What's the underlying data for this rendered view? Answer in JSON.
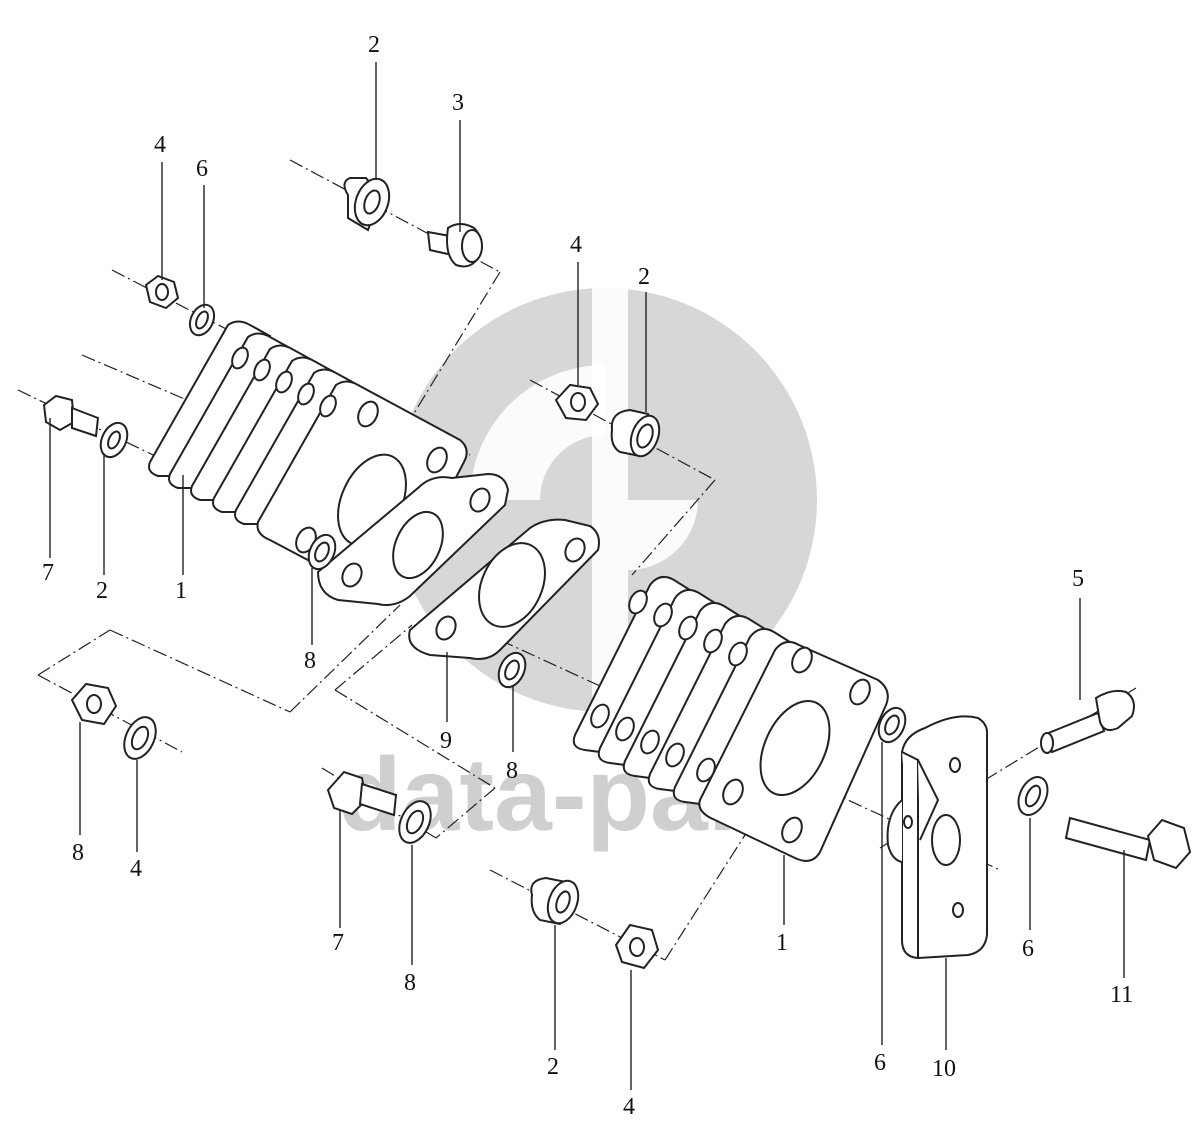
{
  "watermark": {
    "text": "data-parts",
    "color": "#d0d0d0"
  },
  "callouts": [
    {
      "id": "c-2a",
      "label": "2"
    },
    {
      "id": "c-3",
      "label": "3"
    },
    {
      "id": "c-4a",
      "label": "4"
    },
    {
      "id": "c-6a",
      "label": "6"
    },
    {
      "id": "c-4b",
      "label": "4"
    },
    {
      "id": "c-2b",
      "label": "2"
    },
    {
      "id": "c-7a",
      "label": "7"
    },
    {
      "id": "c-2c",
      "label": "2"
    },
    {
      "id": "c-1a",
      "label": "1"
    },
    {
      "id": "c-8a",
      "label": "8"
    },
    {
      "id": "c-9",
      "label": "9"
    },
    {
      "id": "c-8b",
      "label": "8"
    },
    {
      "id": "c-5",
      "label": "5"
    },
    {
      "id": "c-8c",
      "label": "8"
    },
    {
      "id": "c-4c",
      "label": "4"
    },
    {
      "id": "c-7b",
      "label": "7"
    },
    {
      "id": "c-8d",
      "label": "8"
    },
    {
      "id": "c-2d",
      "label": "2"
    },
    {
      "id": "c-4d",
      "label": "4"
    },
    {
      "id": "c-1b",
      "label": "1"
    },
    {
      "id": "c-6b",
      "label": "6"
    },
    {
      "id": "c-10",
      "label": "10"
    },
    {
      "id": "c-6c",
      "label": "6"
    },
    {
      "id": "c-11",
      "label": "11"
    }
  ],
  "colors": {
    "line": "#222222",
    "background": "#ffffff"
  }
}
